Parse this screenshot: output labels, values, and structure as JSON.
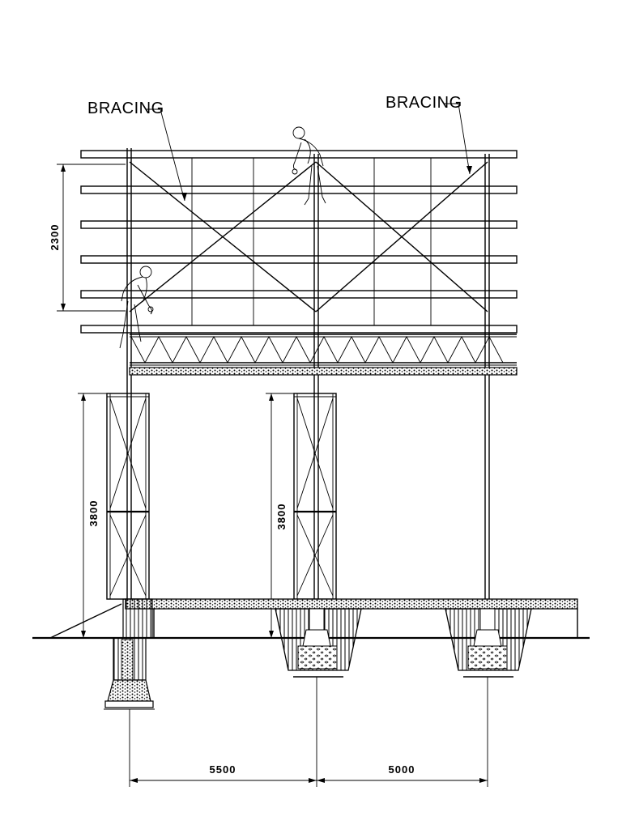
{
  "labels": {
    "bracing_left": "BRACING",
    "bracing_right": "BRACING"
  },
  "dimensions": {
    "panel_height": "2300",
    "tower_left_height": "3800",
    "tower_mid_height": "3800",
    "span_left": "5500",
    "span_right": "5000"
  },
  "colors": {
    "line": "#000000",
    "background": "#ffffff"
  }
}
